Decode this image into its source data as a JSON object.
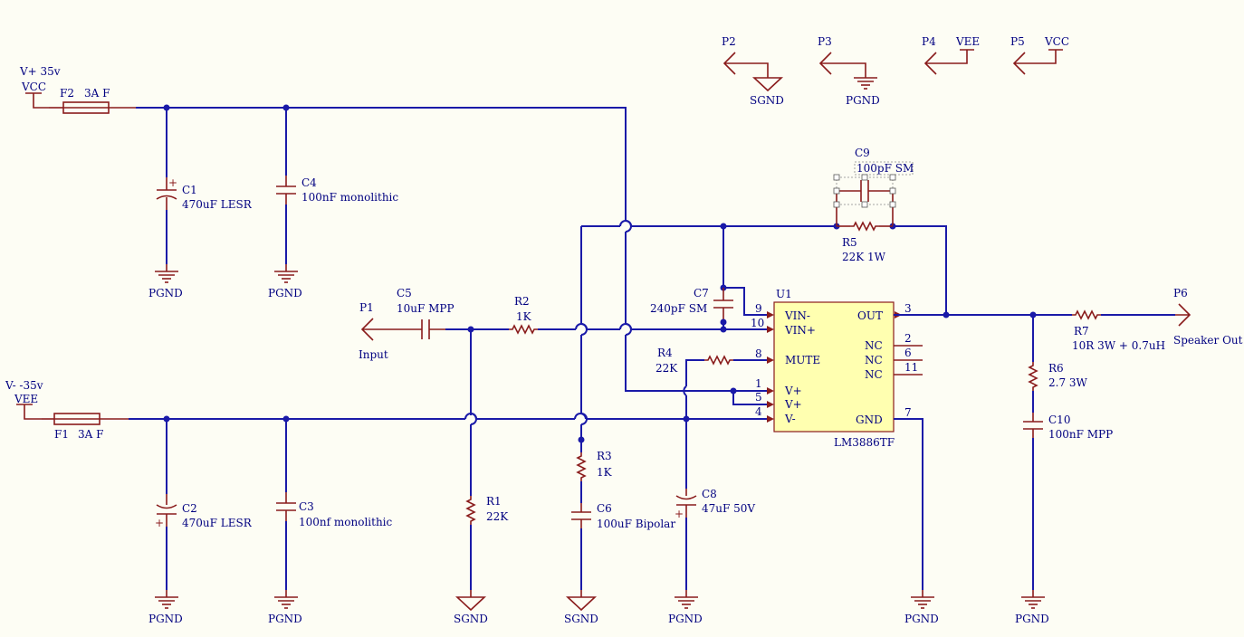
{
  "colors": {
    "wire": "#1a1aa8",
    "component": "#8a1c1c",
    "text": "#000080",
    "chip_fill": "#ffffb0",
    "background": "#fdfdf4"
  },
  "ports": {
    "p2": {
      "ref": "P2",
      "net": "SGND"
    },
    "p3": {
      "ref": "P3",
      "net": "PGND"
    },
    "p4": {
      "ref": "P4",
      "net": "VEE"
    },
    "p5": {
      "ref": "P5",
      "net": "VCC"
    },
    "p1": {
      "ref": "P1",
      "name": "Input"
    },
    "p6": {
      "ref": "P6",
      "name": "Speaker Out"
    }
  },
  "power": {
    "vcc": {
      "label": "V+ 35v",
      "net": "VCC"
    },
    "vee": {
      "label": "V- -35v",
      "net": "VEE"
    }
  },
  "fuses": {
    "f2": {
      "ref": "F2",
      "value": "3A F"
    },
    "f1": {
      "ref": "F1",
      "value": "3A F"
    }
  },
  "capacitors": {
    "c1": {
      "ref": "C1",
      "value": "470uF LESR"
    },
    "c4": {
      "ref": "C4",
      "value": "100nF monolithic"
    },
    "c2": {
      "ref": "C2",
      "value": "470uF LESR"
    },
    "c3": {
      "ref": "C3",
      "value": "100nf monolithic"
    },
    "c5": {
      "ref": "C5",
      "value": "10uF MPP"
    },
    "c6": {
      "ref": "C6",
      "value": "100uF Bipolar"
    },
    "c7": {
      "ref": "C7",
      "value": "240pF SM"
    },
    "c8": {
      "ref": "C8",
      "value": "47uF 50V"
    },
    "c9": {
      "ref": "C9",
      "value": "100pF SM"
    },
    "c10": {
      "ref": "C10",
      "value": "100nF MPP"
    }
  },
  "resistors": {
    "r1": {
      "ref": "R1",
      "value": "22K"
    },
    "r2": {
      "ref": "R2",
      "value": "1K"
    },
    "r3": {
      "ref": "R3",
      "value": "1K"
    },
    "r4": {
      "ref": "R4",
      "value": "22K"
    },
    "r5": {
      "ref": "R5",
      "value": "22K 1W"
    },
    "r6": {
      "ref": "R6",
      "value": "2.7 3W"
    },
    "r7": {
      "ref": "R7",
      "value": "10R 3W + 0.7uH"
    }
  },
  "ic": {
    "ref": "U1",
    "part": "LM3886TF",
    "pins": [
      {
        "num": "9",
        "name": "VIN-"
      },
      {
        "num": "10",
        "name": "VIN+"
      },
      {
        "num": "8",
        "name": "MUTE"
      },
      {
        "num": "1",
        "name": "V+"
      },
      {
        "num": "5",
        "name": "V+"
      },
      {
        "num": "4",
        "name": "V-"
      },
      {
        "num": "3",
        "name": "OUT"
      },
      {
        "num": "2",
        "name": "NC"
      },
      {
        "num": "6",
        "name": "NC"
      },
      {
        "num": "11",
        "name": "NC"
      },
      {
        "num": "7",
        "name": "GND"
      }
    ]
  },
  "grounds": {
    "pgnd": "PGND",
    "sgnd": "SGND"
  }
}
